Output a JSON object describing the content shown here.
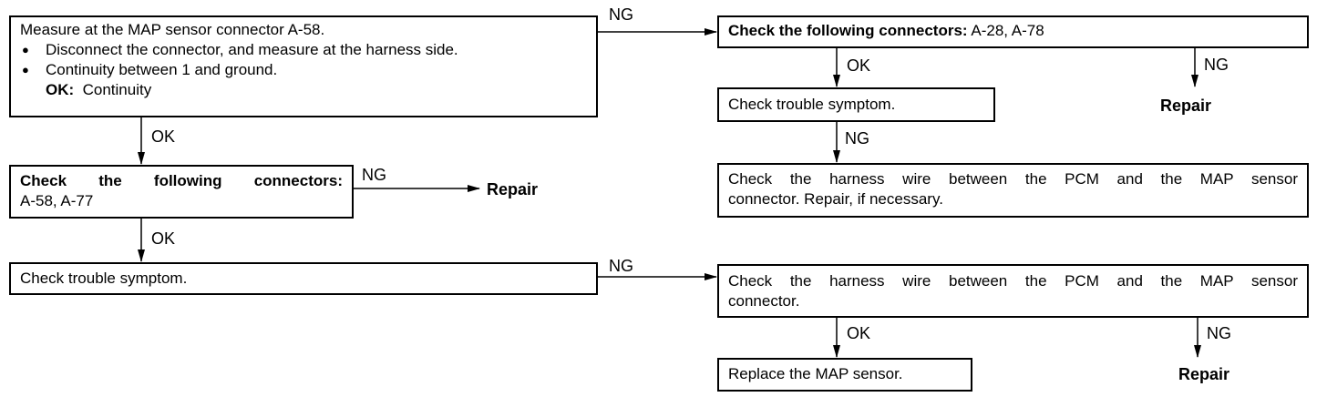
{
  "box1": {
    "title": "Measure at the MAP sensor connector A-58.",
    "bullets": [
      "Disconnect the connector, and measure at the harness side.",
      "Continuity between 1 and ground."
    ],
    "ok_label": "OK:",
    "ok_value": "Continuity"
  },
  "box2": {
    "line1": "Check the following connectors:",
    "line2": "A-58, A-77"
  },
  "box3": {
    "text": "Check trouble symptom."
  },
  "box4": {
    "bold": "Check the following connectors:",
    "rest": " A-28, A-78"
  },
  "box5": {
    "text": "Check trouble symptom."
  },
  "box6": {
    "line1": "Check the harness wire between the PCM and the MAP sensor",
    "line2": "connector. Repair, if necessary."
  },
  "box7": {
    "line1": "Check the harness wire between the PCM and the MAP sensor",
    "line2": "connector."
  },
  "box8": {
    "text": "Replace the MAP sensor."
  },
  "labels": {
    "ng_box1_right": "NG",
    "ok_box1_down": "OK",
    "ng_box2_right": "NG",
    "ok_box2_down": "OK",
    "ng_box3_right": "NG",
    "ok_box4_down": "OK",
    "ng_box4_right": "NG",
    "ng_box5_down": "NG",
    "ok_box7_down": "OK",
    "ng_box7_right": "NG"
  },
  "repairs": {
    "repair_box2": "Repair",
    "repair_box4": "Repair",
    "repair_box7": "Repair"
  }
}
